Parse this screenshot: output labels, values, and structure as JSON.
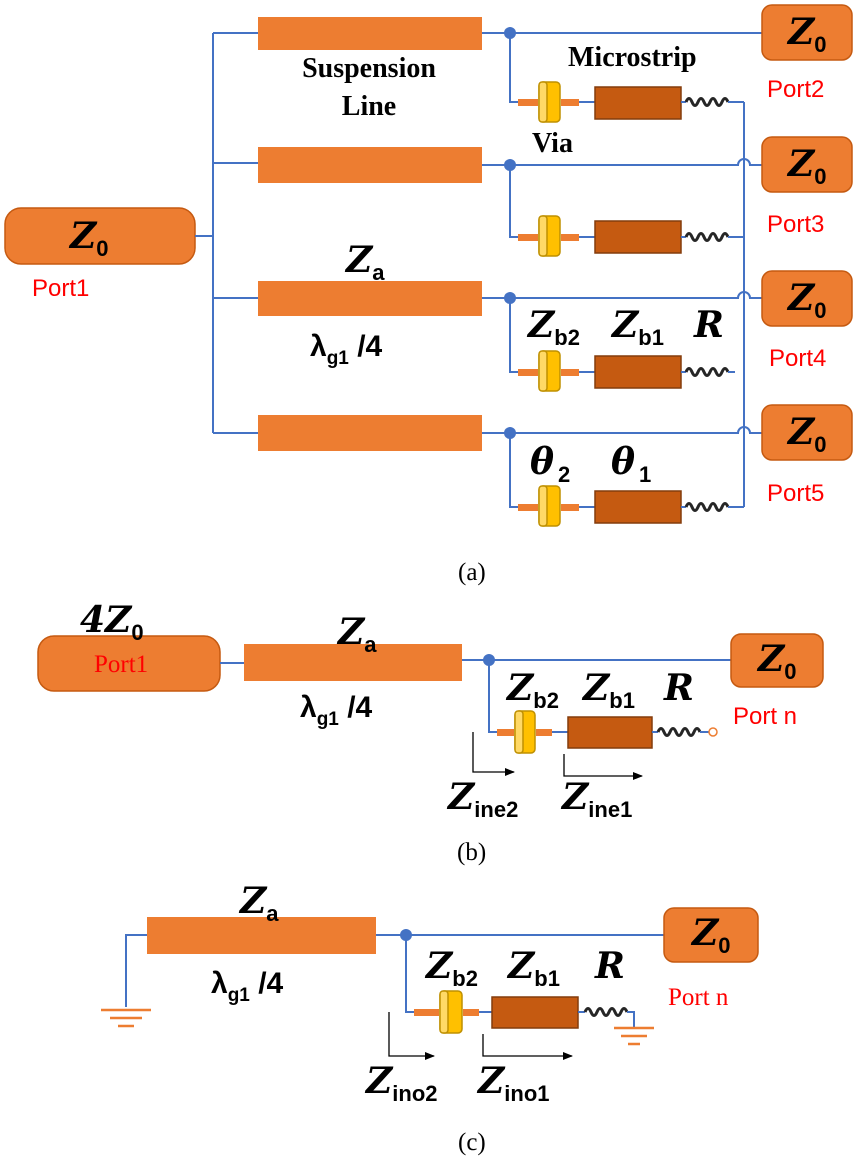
{
  "labels": {
    "suspension_line": [
      "Suspension",
      "Line"
    ],
    "microstrip": "Microstrip",
    "via": "Via",
    "z0": "Z",
    "z0_sub": "0",
    "za": "Z",
    "za_sub": "a",
    "zb2": "Z",
    "zb2_sub": "b2",
    "zb1": "Z",
    "zb1_sub": "b1",
    "r": "R",
    "theta": "θ",
    "theta2_sub": "2",
    "theta1_sub": "1",
    "lambda": "λ",
    "lambda_sub": "g1",
    "lambda_tail": " /4",
    "four_z0_prefix": "4Z",
    "zine2_sub": "ine2",
    "zine1_sub": "ine1",
    "zino2_sub": "ino2",
    "zino1_sub": "ino1"
  },
  "ports": {
    "port1": "Port1",
    "port2": "Port2",
    "port3": "Port3",
    "port4": "Port4",
    "port5": "Port5",
    "port_n": "Port n"
  },
  "captions": {
    "a": "(a)",
    "b": "(b)",
    "c": "(c)"
  },
  "colors": {
    "line": "#ed7d31",
    "microstrip": "#c55a11",
    "via": "#ffc000",
    "wire": "#4472c4",
    "port_text": "#ff0000"
  }
}
